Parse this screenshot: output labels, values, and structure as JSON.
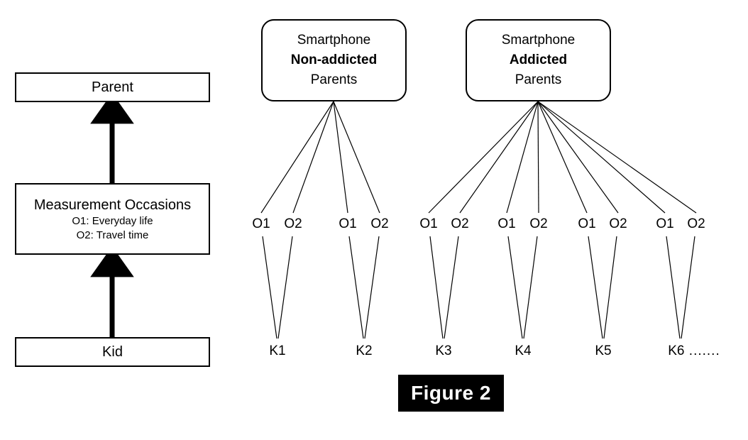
{
  "figure": {
    "caption": "Figure 2",
    "caption_bg": "#000000",
    "caption_color": "#ffffff"
  },
  "left_panel": {
    "boxes": [
      {
        "id": "parent",
        "title": "Parent",
        "sub1": "",
        "sub2": ""
      },
      {
        "id": "measurement-occasions",
        "title": "Measurement Occasions",
        "sub1": "O1: Everyday life",
        "sub2": "O2: Travel time"
      },
      {
        "id": "kid",
        "title": "Kid",
        "sub1": "",
        "sub2": ""
      }
    ],
    "arrows": [
      {
        "from": "measurement-occasions",
        "to": "parent",
        "style": "thick-up-arrow"
      },
      {
        "from": "kid",
        "to": "measurement-occasions",
        "style": "thick-up-arrow"
      }
    ]
  },
  "right_panel": {
    "groups": [
      {
        "id": "non-addicted",
        "line1": "Smartphone",
        "line2": "Non-addicted",
        "line3": "Parents",
        "kids": [
          {
            "label": "K1",
            "occasions": [
              "O1",
              "O2"
            ]
          },
          {
            "label": "K2",
            "occasions": [
              "O1",
              "O2"
            ]
          }
        ]
      },
      {
        "id": "addicted",
        "line1": "Smartphone",
        "line2": "Addicted",
        "line3": "Parents",
        "kids": [
          {
            "label": "K3",
            "occasions": [
              "O1",
              "O2"
            ]
          },
          {
            "label": "K4",
            "occasions": [
              "O1",
              "O2"
            ]
          },
          {
            "label": "K5",
            "occasions": [
              "O1",
              "O2"
            ]
          },
          {
            "label": "K6",
            "occasions": [
              "O1",
              "O2"
            ],
            "trailing": " ......."
          }
        ]
      }
    ]
  },
  "colors": {
    "stroke": "#000000",
    "background": "#ffffff"
  }
}
